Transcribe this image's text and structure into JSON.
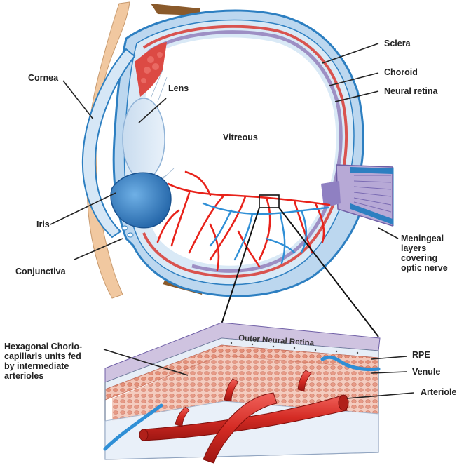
{
  "labels": {
    "sclera": "Sclera",
    "choroid": "Choroid",
    "neural_retina": "Neural retina",
    "cornea": "Cornea",
    "lens": "Lens",
    "vitreous": "Vitreous",
    "iris": "Iris",
    "conjunctiva": "Conjunctiva",
    "meningeal": [
      "Meningeal",
      "layers covering",
      "optic nerve"
    ],
    "hexagonal": [
      "Hexagonal Chorio-",
      "capillaris units  fed",
      "by intermediate",
      "arterioles"
    ],
    "outer_neural_retina": "Outer Neural Retina",
    "rpe": "RPE",
    "venule": "Venule",
    "arteriole": "Arteriole"
  },
  "colors": {
    "sclera": "#5a9fd4",
    "sclera_light": "#cfe3f3",
    "choroid": "#d9534f",
    "retina": "#9d8fc4",
    "artery": "#e8221a",
    "vein": "#2f8fd6",
    "iris": "#2f7ec4",
    "skin": "#f0c9a0",
    "lid_dark": "#8a5a2b",
    "slab_top": "#cfc3e0",
    "slab_capillary": "#e9a793",
    "slab_front": "#e6eef8"
  }
}
